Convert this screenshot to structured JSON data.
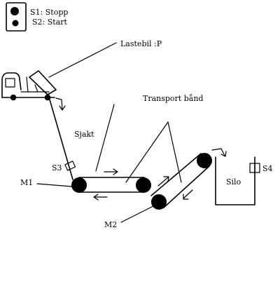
{
  "colors": {
    "ink": "#000000",
    "background": "#ffffff"
  },
  "legend": {
    "s1_label": "S1: Stopp",
    "s2_label": "S2: Start"
  },
  "labels": {
    "truck": "Lastebil :P",
    "chute": "Sjakt",
    "conveyor": "Transport bånd",
    "sensor3": "S3",
    "sensor4": "S4",
    "motor1": "M1",
    "motor2": "M2",
    "silo": "Silo"
  }
}
